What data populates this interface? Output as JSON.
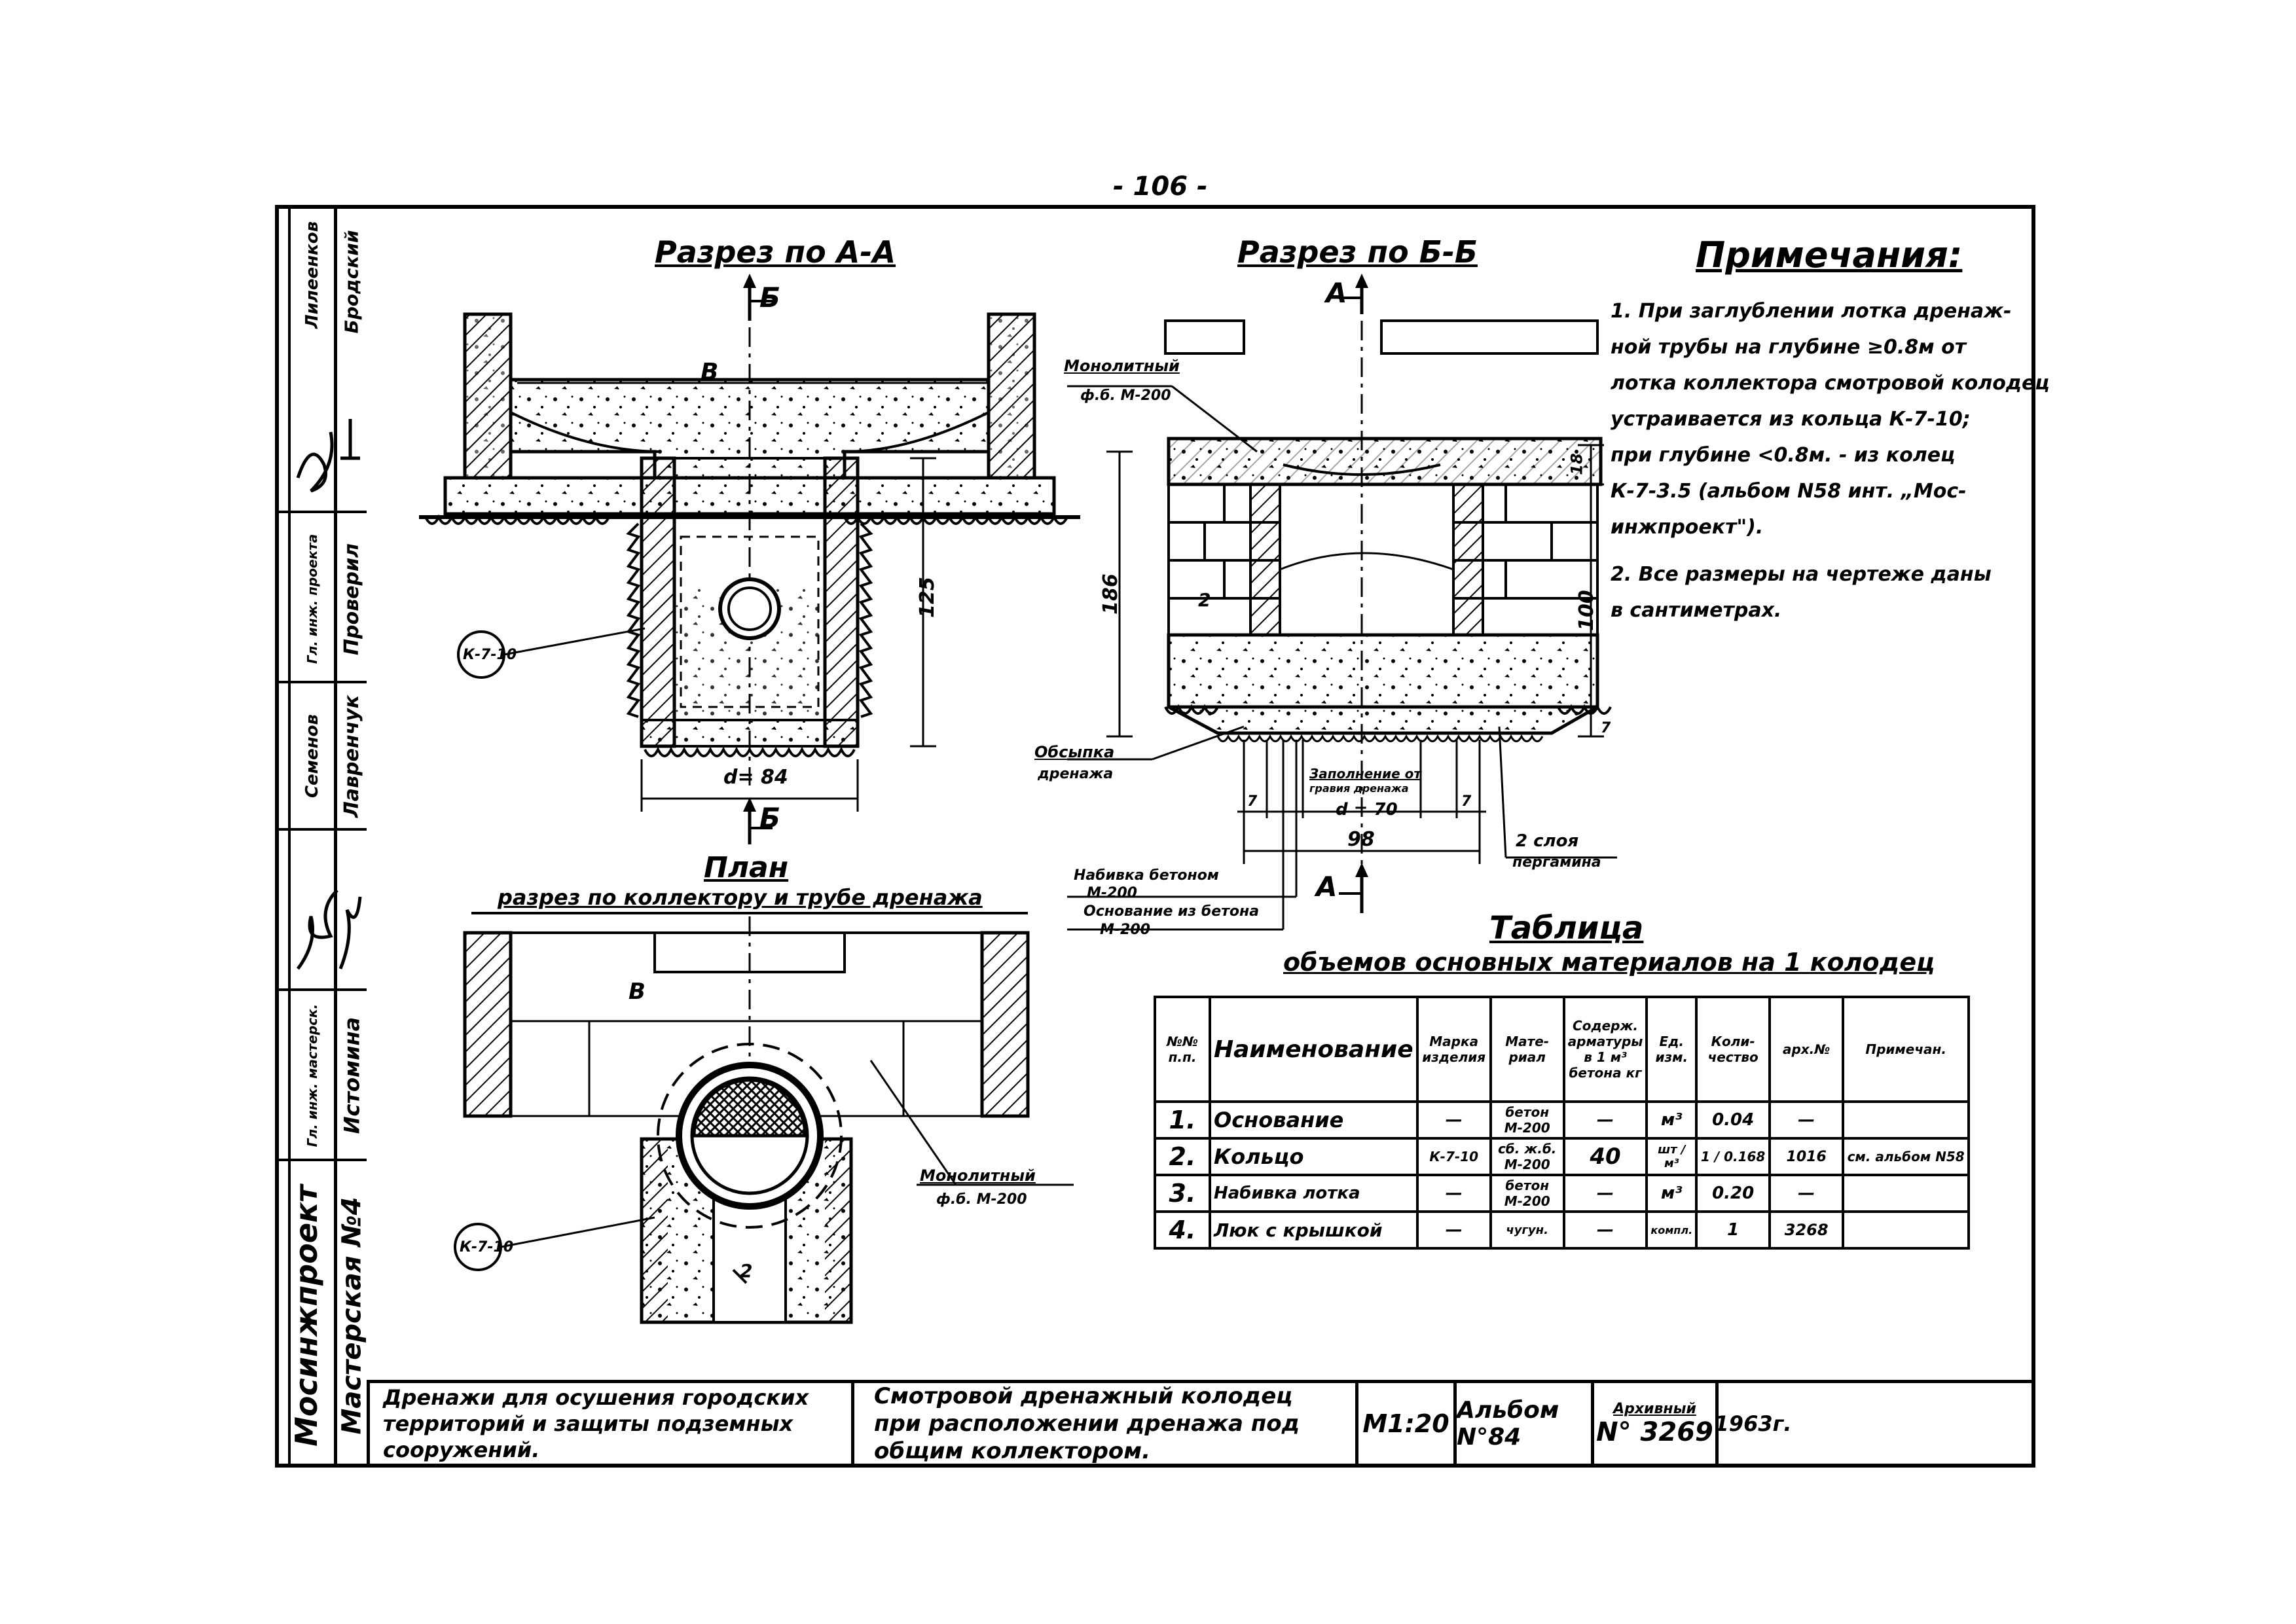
{
  "page_number": "- 106 -",
  "stamp": {
    "org": "Мосинжпроект",
    "workshop": "Мастерская №4",
    "roles": [
      {
        "role": "Гл. инж. мастерск.",
        "name": "Истомина"
      },
      {
        "role": "Гл. инж. проекта",
        "name": "Проверил"
      },
      {
        "role": "",
        "name": "Лавренчук"
      },
      {
        "role": "",
        "name": "Бродский"
      },
      {
        "role": "",
        "name": "Лилеенков"
      },
      {
        "role": "",
        "name": "Семенов"
      }
    ]
  },
  "sections": {
    "aa_title": "Разрез по А-А",
    "bb_title": "Разрез по Б-Б",
    "plan_title": "План",
    "plan_subtitle": "разрез по коллектору и трубе дренажа",
    "cut_b": "Б",
    "cut_a": "А"
  },
  "labels": {
    "b_letter": "В",
    "dim_125": "125",
    "dim_d84": "d= 84",
    "ring_ref": "К-7-10",
    "dim_186": "186",
    "dim_100": "100",
    "dim_98": "98",
    "dim_d70": "d = 70",
    "dim_7": "7",
    "dim_18": "18",
    "lbl_2": "2",
    "monolith": "Монолитный",
    "monolith_mark": "ф.б. М-200",
    "sypka": "Обсыпка",
    "sypka2": "дренажа",
    "zapolnenie": "Заполнение от",
    "zapolnenie2": "гравия дренажа",
    "ruberoid": "2 слоя",
    "ruberoid2": "пергамина",
    "nabivka": "Набивка бетоном",
    "nabivka_mark": "М-200",
    "osnovanie": "Основание из бетона",
    "osnovanie_mark": "М-200"
  },
  "notes": {
    "title": "Примечания:",
    "lines": [
      "1. При заглублении лотка дренаж-",
      "ной трубы на глубине ≥0.8м от",
      "лотка коллектора смотровой колодец",
      "устраивается из кольца К-7-10;",
      "при глубине <0.8м. - из колец",
      "К-7-3.5 (альбом N58 инт. „Мос-",
      "инжпроект\").",
      "2. Все размеры на чертеже даны",
      "в сантиметрах."
    ]
  },
  "table": {
    "title": "Таблица",
    "subtitle": "объемов основных материалов на 1 колодец",
    "headers": [
      "№№ п.п.",
      "Наименование",
      "Марка изделия",
      "Мате-риал",
      "Содерж. арматуры в 1 м³ бетона кг",
      "Ед. изм.",
      "Коли-чество",
      "арх.№",
      "Примечан."
    ],
    "rows": [
      [
        "1.",
        "Основание",
        "—",
        "бетон М-200",
        "—",
        "м³",
        "0.04",
        "—",
        ""
      ],
      [
        "2.",
        "Кольцо",
        "К-7-10",
        "сб. ж.б. М-200",
        "40",
        "шт / м³",
        "1 / 0.168",
        "1016",
        "см. альбом N58"
      ],
      [
        "3.",
        "Набивка лотка",
        "—",
        "бетон М-200",
        "—",
        "м³",
        "0.20",
        "—",
        ""
      ],
      [
        "4.",
        "Люк с крышкой",
        "—",
        "чугун.",
        "—",
        "компл.",
        "1",
        "3268",
        ""
      ]
    ]
  },
  "title_block": {
    "project": "Дренажи для осушения городских территорий и защиты подземных сооружений.",
    "drawing": "Смотровой дренажный колодец при расположении дренажа под общим коллектором.",
    "scale": "М1:20",
    "album": "Альбом N°84",
    "archive_label": "Архивный",
    "archive_no": "N° 3269",
    "year": "1963г."
  }
}
